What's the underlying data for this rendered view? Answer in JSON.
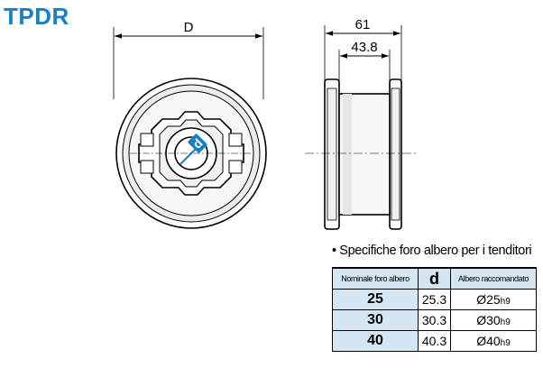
{
  "title": "TPDR",
  "drawing": {
    "front_dimension_label": "D",
    "bore_label": "d",
    "side_outer_width": "61",
    "side_inner_width": "43.8"
  },
  "spec": {
    "heading": "• Specifiche foro albero per i tenditori",
    "columns": [
      "Nominale foro albero",
      "d",
      "Albero raccomandato"
    ],
    "rows": [
      {
        "nominal": "25",
        "d": "25.3",
        "shaft_prefix": "Ø25",
        "shaft_tol": "h9"
      },
      {
        "nominal": "30",
        "d": "30.3",
        "shaft_prefix": "Ø30",
        "shaft_tol": "h9"
      },
      {
        "nominal": "40",
        "d": "40.3",
        "shaft_prefix": "Ø40",
        "shaft_tol": "h9"
      }
    ]
  },
  "colors": {
    "title": "#1a80c4",
    "header_fill": "#d4e6f2",
    "bore_arrow": "#1a80c4"
  }
}
